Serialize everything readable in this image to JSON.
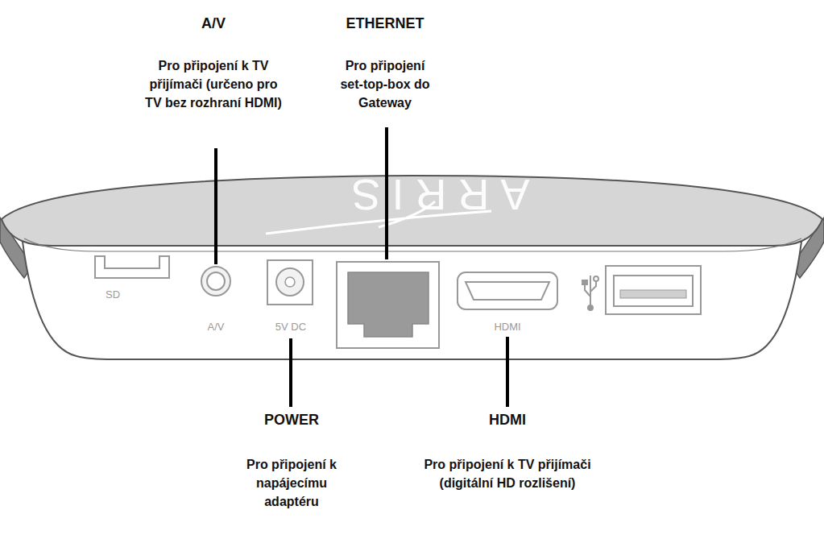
{
  "diagram": {
    "labels": [
      "A/V",
      "Pro připojení k TV přijímači (určeno pro TV bez rozhraní HDMI)",
      "ETHERNET",
      "Pro připojení set-top-box do Gateway",
      "POWER",
      "Pro připojení k napájecímu adaptéru",
      "HDMI",
      "Pro připojení k TV přijímači (digitální HD rozlišení)",
      "ARRIS",
      "SD",
      "A/V",
      "5V DC",
      "HDMI"
    ]
  }
}
